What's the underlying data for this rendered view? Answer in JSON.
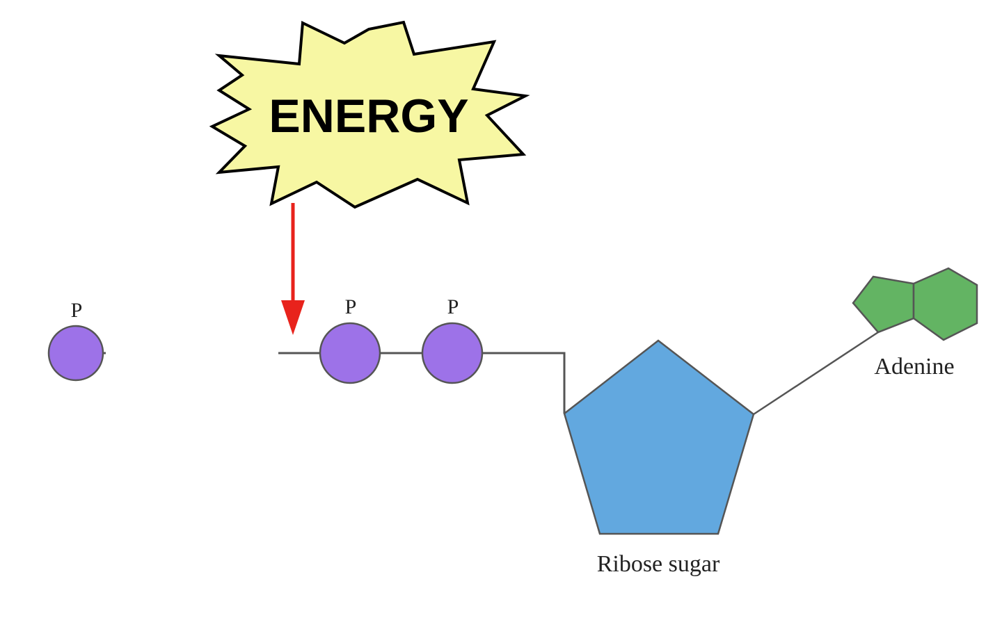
{
  "energy": {
    "label": "ENERGY",
    "fill_color": "#f7f7a3",
    "outline_color": "#000000"
  },
  "arrow": {
    "color": "#e8231c"
  },
  "free_phosphate": {
    "label": "P",
    "color": "#9d72e8"
  },
  "bonded_phosphates": [
    {
      "label": "P",
      "color": "#9d72e8"
    },
    {
      "label": "P",
      "color": "#9d72e8"
    }
  ],
  "ribose": {
    "label": "Ribose sugar",
    "color": "#62a8df"
  },
  "adenine": {
    "label": "Adenine",
    "color": "#63b463"
  },
  "bond_line_color": "#555555"
}
